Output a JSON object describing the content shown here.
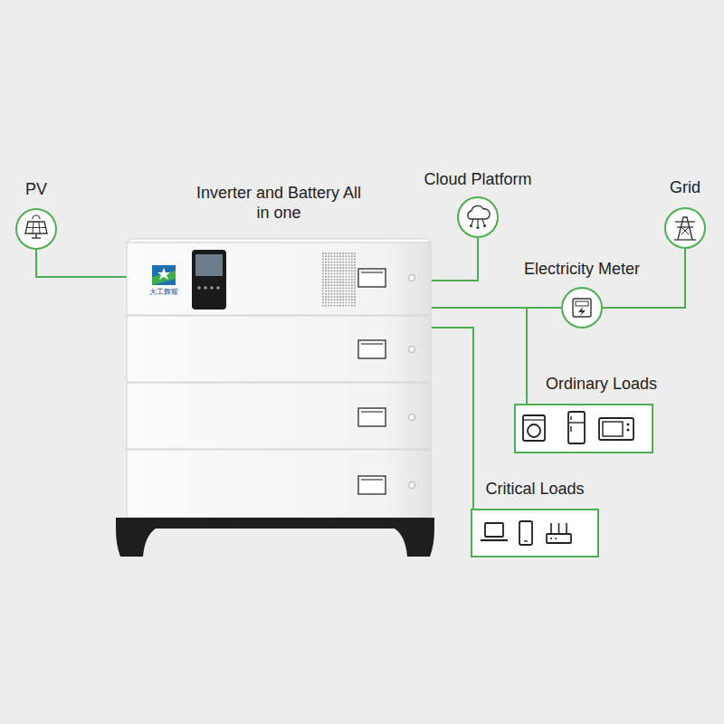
{
  "diagram": {
    "nodes": [
      {
        "text": [
          "PV"
        ]
      },
      {
        "text": [
          "Inverter and Battery All in one"
        ]
      },
      {
        "text": [
          "Cloud Platform"
        ]
      },
      {
        "text": [
          "Grid"
        ]
      },
      {
        "text": [
          "Electricity Meter"
        ]
      },
      {
        "text": [
          "Ordinary Loads"
        ]
      },
      {
        "text": [
          "Critical Loads"
        ]
      }
    ],
    "edges": [
      {
        "from": 0,
        "to": 1,
        "arrow": "none"
      },
      {
        "from": 1,
        "to": 2,
        "arrow": "none"
      },
      {
        "from": 1,
        "to": 4,
        "arrow": "none"
      },
      {
        "from": 4,
        "to": 3,
        "arrow": "none"
      },
      {
        "from": 1,
        "to": 5,
        "arrow": "none"
      },
      {
        "from": 1,
        "to": 6,
        "arrow": "none"
      }
    ],
    "labels": [
      "大工辉耀"
    ]
  }
}
